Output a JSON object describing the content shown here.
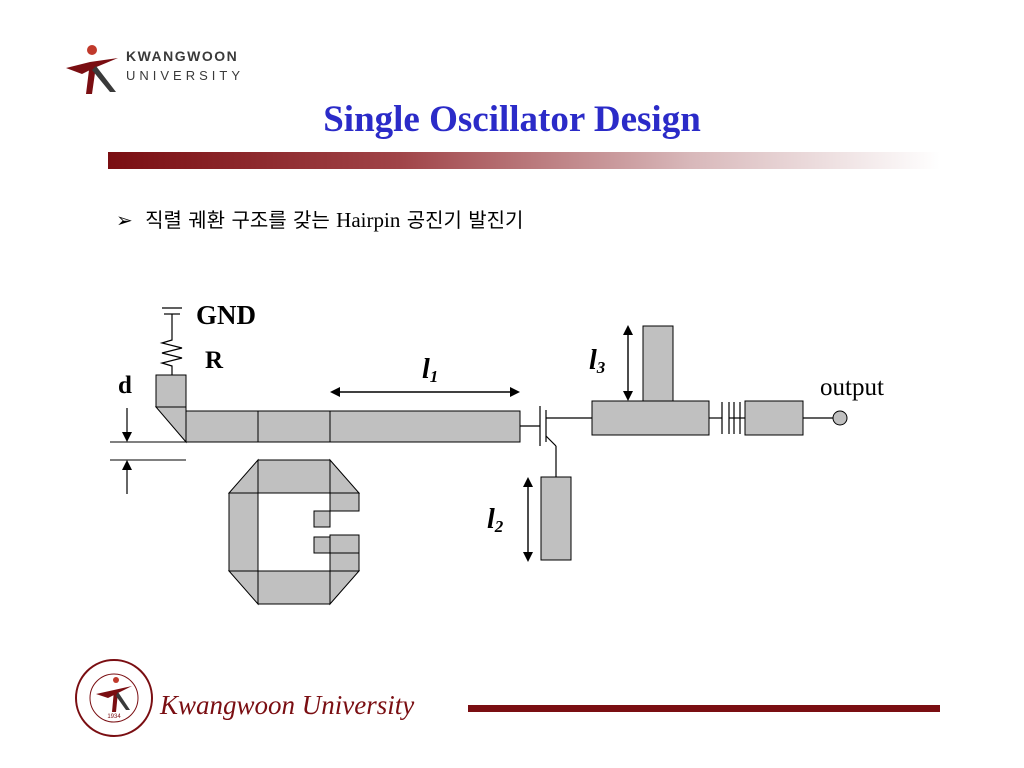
{
  "header": {
    "logo_name": "KWANGWOON",
    "logo_sub": "UNIVERSITY",
    "colors": {
      "brand": "#7a0e12",
      "title": "#2b2bc8"
    }
  },
  "slide": {
    "title": "Single Oscillator Design",
    "bullet_korean_prefix": "직렬 궤환 구조를 갖는",
    "bullet_english": "Hairpin",
    "bullet_korean_suffix": "공진기 발진기"
  },
  "diagram": {
    "labels": {
      "gnd": "GND",
      "r": "R",
      "d": "d",
      "l1_letter": "l",
      "l1_sub": "1",
      "l2_letter": "l",
      "l2_sub": "2",
      "l3_letter": "l",
      "l3_sub": "3",
      "output": "output"
    },
    "colors": {
      "strip_fill": "#c0c0c0",
      "stroke": "#000000"
    }
  },
  "footer": {
    "university": "Kwangwoon University",
    "seal_year": "1934"
  }
}
